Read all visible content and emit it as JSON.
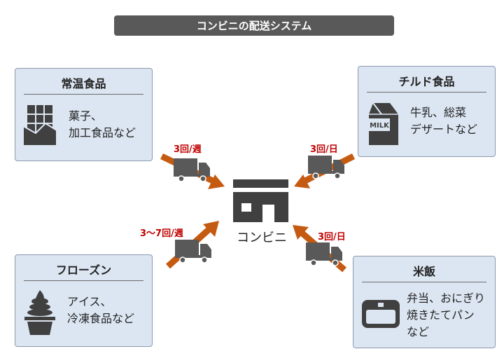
{
  "title": "コンビニの配送システム",
  "center": {
    "label": "コンビニ",
    "icon": "store-icon"
  },
  "categories": {
    "ambient": {
      "title": "常温食品",
      "desc": "菓子、\n加工食品など",
      "icon": "chocolate-icon",
      "frequency": "3回/週"
    },
    "chilled": {
      "title": "チルド食品",
      "desc": "牛乳、総菜\nデザートなど",
      "icon": "milk-carton-icon",
      "icon_text": "MILK",
      "frequency": "3回/日"
    },
    "frozen": {
      "title": "フローズン",
      "desc": "アイス、\n冷凍食品など",
      "icon": "soft-serve-icon",
      "frequency": "3～7回/週"
    },
    "rice": {
      "title": "米飯",
      "desc": "弁当、おにぎり\n焼きたてパン\nなど",
      "icon": "bento-box-icon",
      "frequency": "3回/日"
    }
  },
  "colors": {
    "arrow": "#c55a11",
    "frequency_text": "#c00000",
    "card_bg": "#dce6f2",
    "title_bg": "#595959",
    "truck": "#595959"
  }
}
